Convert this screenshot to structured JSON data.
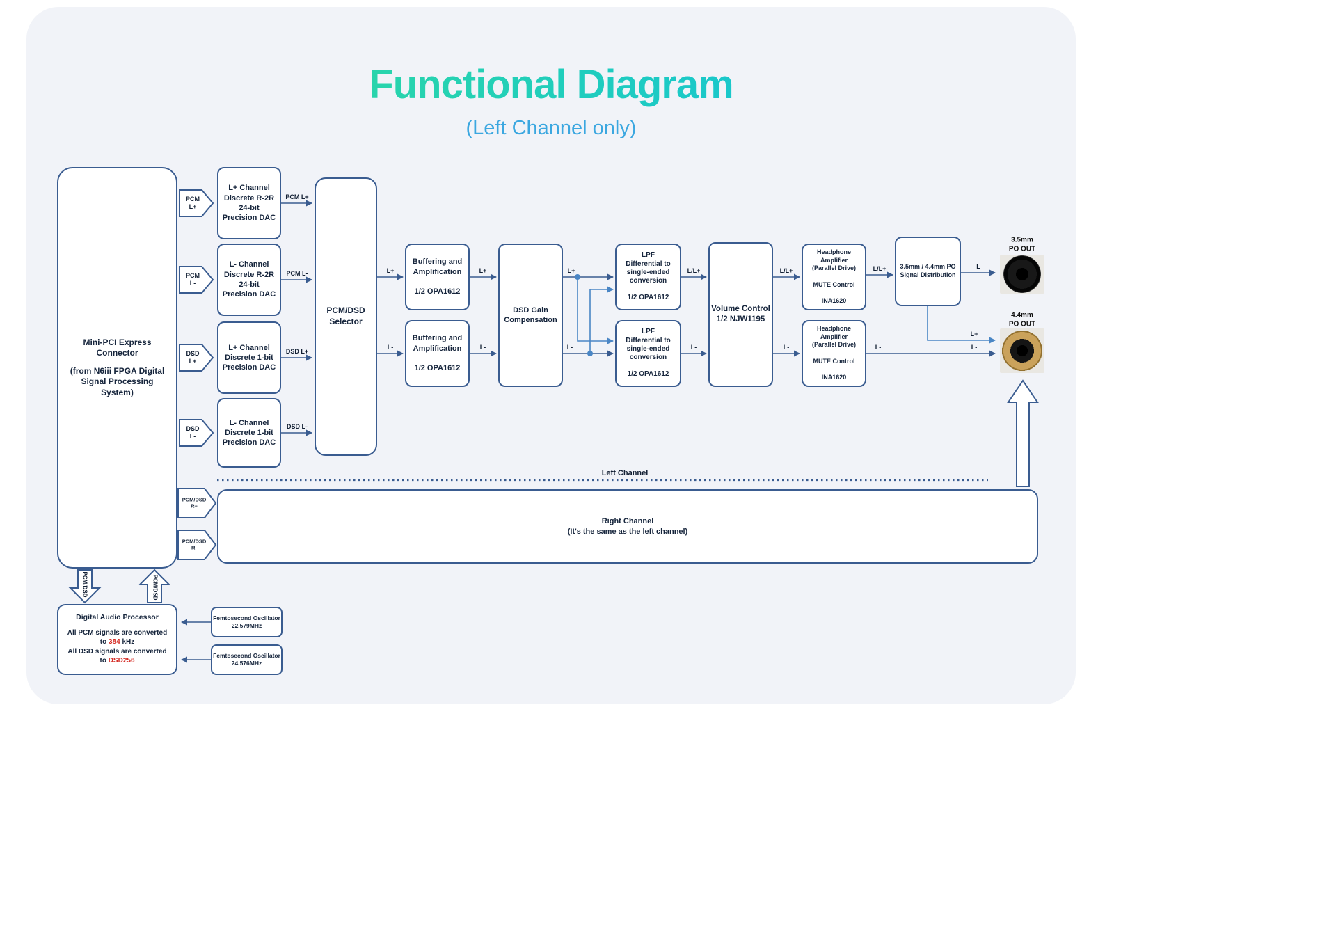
{
  "title": "Functional Diagram",
  "subtitle": "(Left Channel only)",
  "colors": {
    "accent_gradient_start": "#2ed9a0",
    "accent_gradient_end": "#14c3d6",
    "subtitle_blue": "#3ba7e0",
    "wire_navy": "#3a5c90",
    "crossover_blue": "#4a86c5",
    "highlight_red": "#d42b24",
    "jack_gold": "#caa25b",
    "panel_bg": "#f1f3f8"
  },
  "blocks": {
    "mini_pci_title": "Mini-PCI Express Connector",
    "mini_pci_subtitle": "(from N6iii FPGA Digital Signal Processing System)",
    "dac_r2r_lplus": "L+ Channel\nDiscrete R-2R\n24-bit\nPrecision DAC",
    "dac_r2r_lminus": "L- Channel\nDiscrete R-2R\n24-bit\nPrecision DAC",
    "dac_1bit_lplus": "L+ Channel\nDiscrete 1-bit\nPrecision DAC",
    "dac_1bit_lminus": "L- Channel\nDiscrete 1-bit\nPrecision DAC",
    "selector": "PCM/DSD\nSelector",
    "buffer": "Buffering and\nAmplification\n\n1/2 OPA1612",
    "dsd_gain": "DSD Gain\nCompensation",
    "lpf": "LPF\nDifferential to\nsingle-ended\nconversion\n\n1/2 OPA1612",
    "volume": "Volume Control\n1/2 NJW1195",
    "hp_amp": "Headphone Amplifier\n(Parallel Drive)\n\nMUTE Control\n\nINA1620",
    "distribution": "3.5mm / 4.4mm PO\nSignal Distribution",
    "right_channel": "Right Channel\n(It's the same as the left channel)",
    "osc1": "Femtosecond Oscillator\n22.579MHz",
    "osc2": "Femtosecond Oscillator\n24.576MHz"
  },
  "dap": {
    "title": "Digital Audio Processor",
    "pcm_line1": "All PCM signals are converted",
    "pcm_line2_pre": "to ",
    "pcm_value": "384",
    "pcm_line2_post": " kHz",
    "dsd_line1": "All DSD signals are converted",
    "dsd_line2_pre": "to ",
    "dsd_value": "DSD256"
  },
  "port_arrows": {
    "pcm_lplus": "PCM\nL+",
    "pcm_lminus": "PCM\nL-",
    "dsd_lplus": "DSD\nL+",
    "dsd_lminus": "DSD\nL-",
    "pcmdsd_rplus": "PCM/DSD\nR+",
    "pcmdsd_rminus": "PCM/DSD\nR-",
    "pcmdsd_down": "PCM/DSD",
    "pcmdsd_up": "PCM/DSD"
  },
  "wire_labels": {
    "pcm_lplus": "PCM L+",
    "pcm_lminus": "PCM L-",
    "dsd_lplus": "DSD L+",
    "dsd_lminus": "DSD L-",
    "lplus": "L+",
    "lminus": "L-",
    "l_lplus": "L/L+",
    "l": "L"
  },
  "outputs": {
    "jack_35_label": "3.5mm\nPO OUT",
    "jack_44_label": "4.4mm\nPO OUT"
  },
  "separator": {
    "left_channel": "Left Channel"
  }
}
